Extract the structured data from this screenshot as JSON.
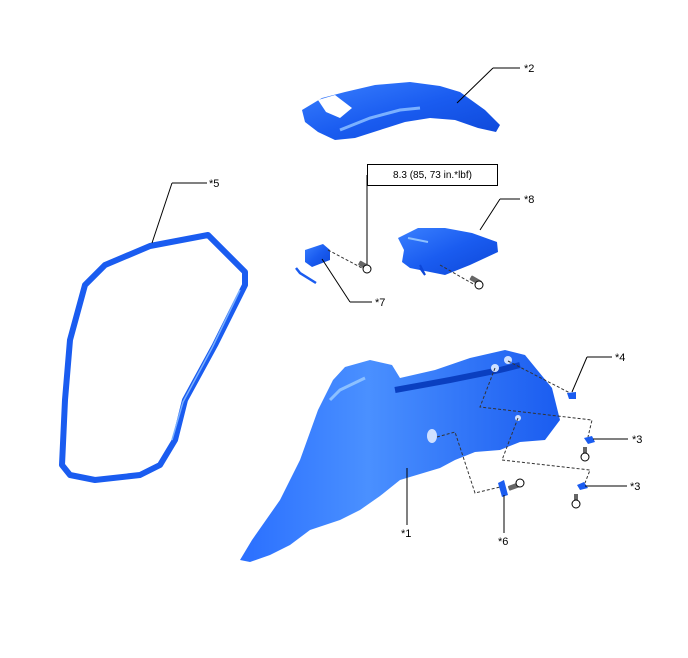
{
  "diagram": {
    "type": "exploded-parts-view",
    "part_color": "#1a5cf0",
    "part_shade": "#0a3fc0",
    "part_highlight": "#5a9bff",
    "callouts": [
      {
        "id": "2",
        "label": "*2"
      },
      {
        "id": "5",
        "label": "*5"
      },
      {
        "id": "8",
        "label": "*8"
      },
      {
        "id": "7",
        "label": "*7"
      },
      {
        "id": "4",
        "label": "*4"
      },
      {
        "id": "3a",
        "label": "*3"
      },
      {
        "id": "3b",
        "label": "*3"
      },
      {
        "id": "1",
        "label": "*1"
      },
      {
        "id": "6",
        "label": "*6"
      }
    ],
    "torque_spec": "8.3 (85, 73 in.*lbf)"
  }
}
